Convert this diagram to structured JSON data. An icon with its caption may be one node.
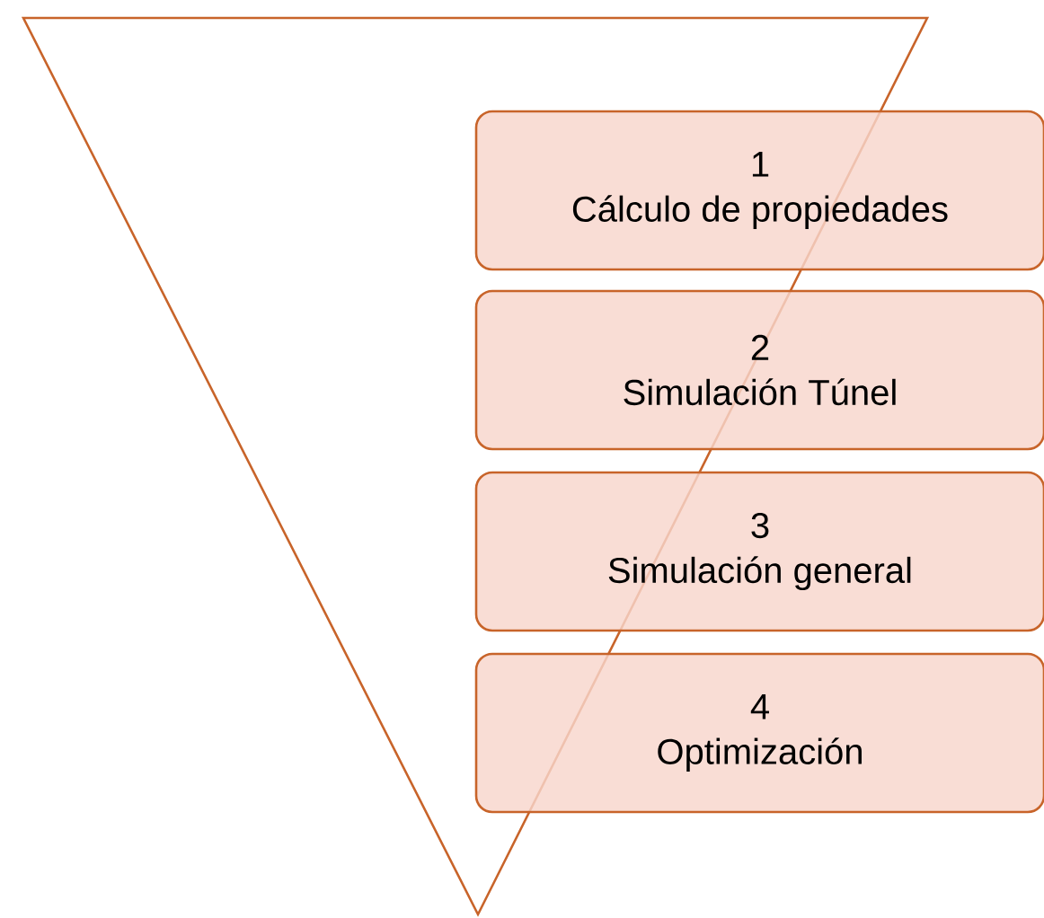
{
  "diagram": {
    "nodes": [
      {
        "text": [
          "1",
          "Cálculo de propiedades"
        ]
      },
      {
        "text": [
          "2",
          "Simulación Túnel"
        ]
      },
      {
        "text": [
          "3",
          "Simulación general"
        ]
      },
      {
        "text": [
          "4",
          "Optimización"
        ]
      }
    ]
  }
}
